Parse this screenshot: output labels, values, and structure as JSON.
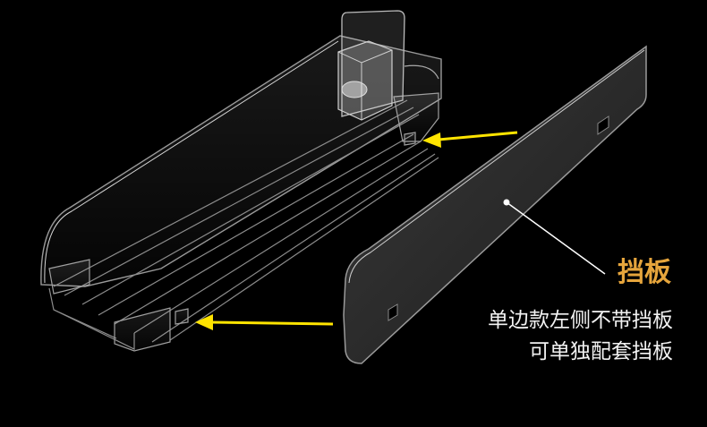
{
  "image": {
    "background": "#000000",
    "subject": "clear-acrylic-shelf-pusher-tray-with-separate-divider-panel",
    "callout": {
      "title": "挡板",
      "line1": "单边款左侧不带挡板",
      "line2": "可单独配套挡板",
      "title_color": "#e6a53c",
      "text_color": "#f2f2f2"
    },
    "arrow_color": "#ffe400"
  }
}
